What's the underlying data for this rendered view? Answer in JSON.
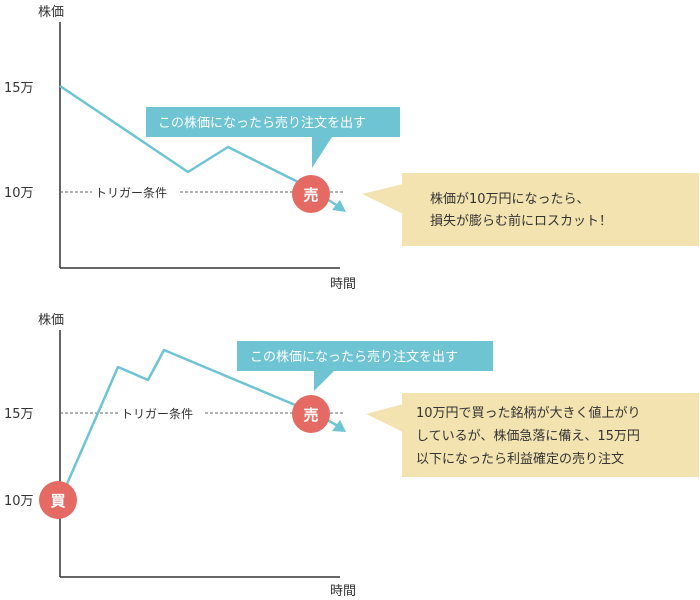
{
  "colors": {
    "line": "#6ec4d3",
    "badge": "#e56a63",
    "bubble": "#6ec4d3",
    "note_bg": "#f3e3b0",
    "axis": "#333333",
    "dashed": "#666666"
  },
  "panels": [
    {
      "y_axis_label": "株価",
      "x_axis_label": "時間",
      "levels": [
        "15万",
        "10万"
      ],
      "trigger_label": "トリガー条件",
      "bubble_text": "この株価になったら売り注文を出す",
      "sell_badge": "売",
      "note_lines": [
        "株価が10万円になったら、",
        "損失が膨らむ前にロスカット！"
      ]
    },
    {
      "y_axis_label": "株価",
      "x_axis_label": "時間",
      "levels": [
        "15万",
        "10万"
      ],
      "trigger_label": "トリガー条件",
      "bubble_text": "この株価になったら売り注文を出す",
      "sell_badge": "売",
      "buy_badge": "買",
      "note_lines": [
        "10万円で買った銘柄が大きく値上がり",
        "しているが、株価急落に備え、15万円",
        "以下になったら利益確定の売り注文"
      ]
    }
  ]
}
